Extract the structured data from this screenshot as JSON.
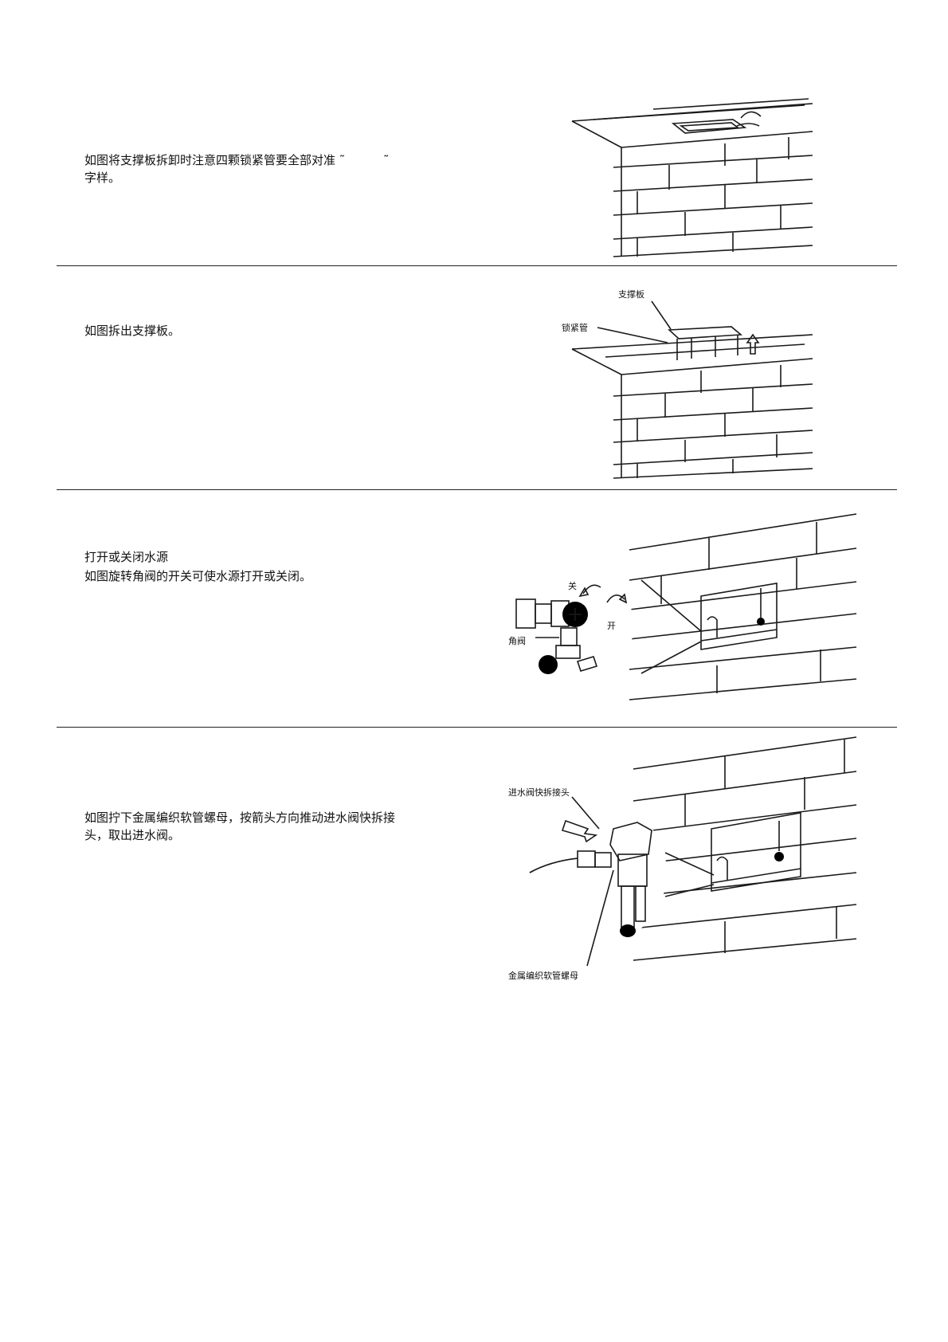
{
  "steps": [
    {
      "text": "如图将支撑板拆卸时注意四颗锁紧管要全部对准 ˜          ˜\n字样。"
    },
    {
      "text": "如图拆出支撑板。",
      "labels": {
        "support_plate": "支撑板",
        "lock_tube": "锁紧管"
      }
    },
    {
      "title": "打开或关闭水源",
      "text": "如图旋转角阀的开关可使水源打开或关闭。",
      "labels": {
        "close": "关",
        "open": "开",
        "angle_valve": "角阀"
      }
    },
    {
      "text": "如图拧下金属编织软管螺母，按箭头方向推动进水阀快拆接\n头，取出进水阀。",
      "labels": {
        "quick_connector": "进水阀快拆接头",
        "hose_nut": "金属编织软管螺母"
      }
    }
  ]
}
